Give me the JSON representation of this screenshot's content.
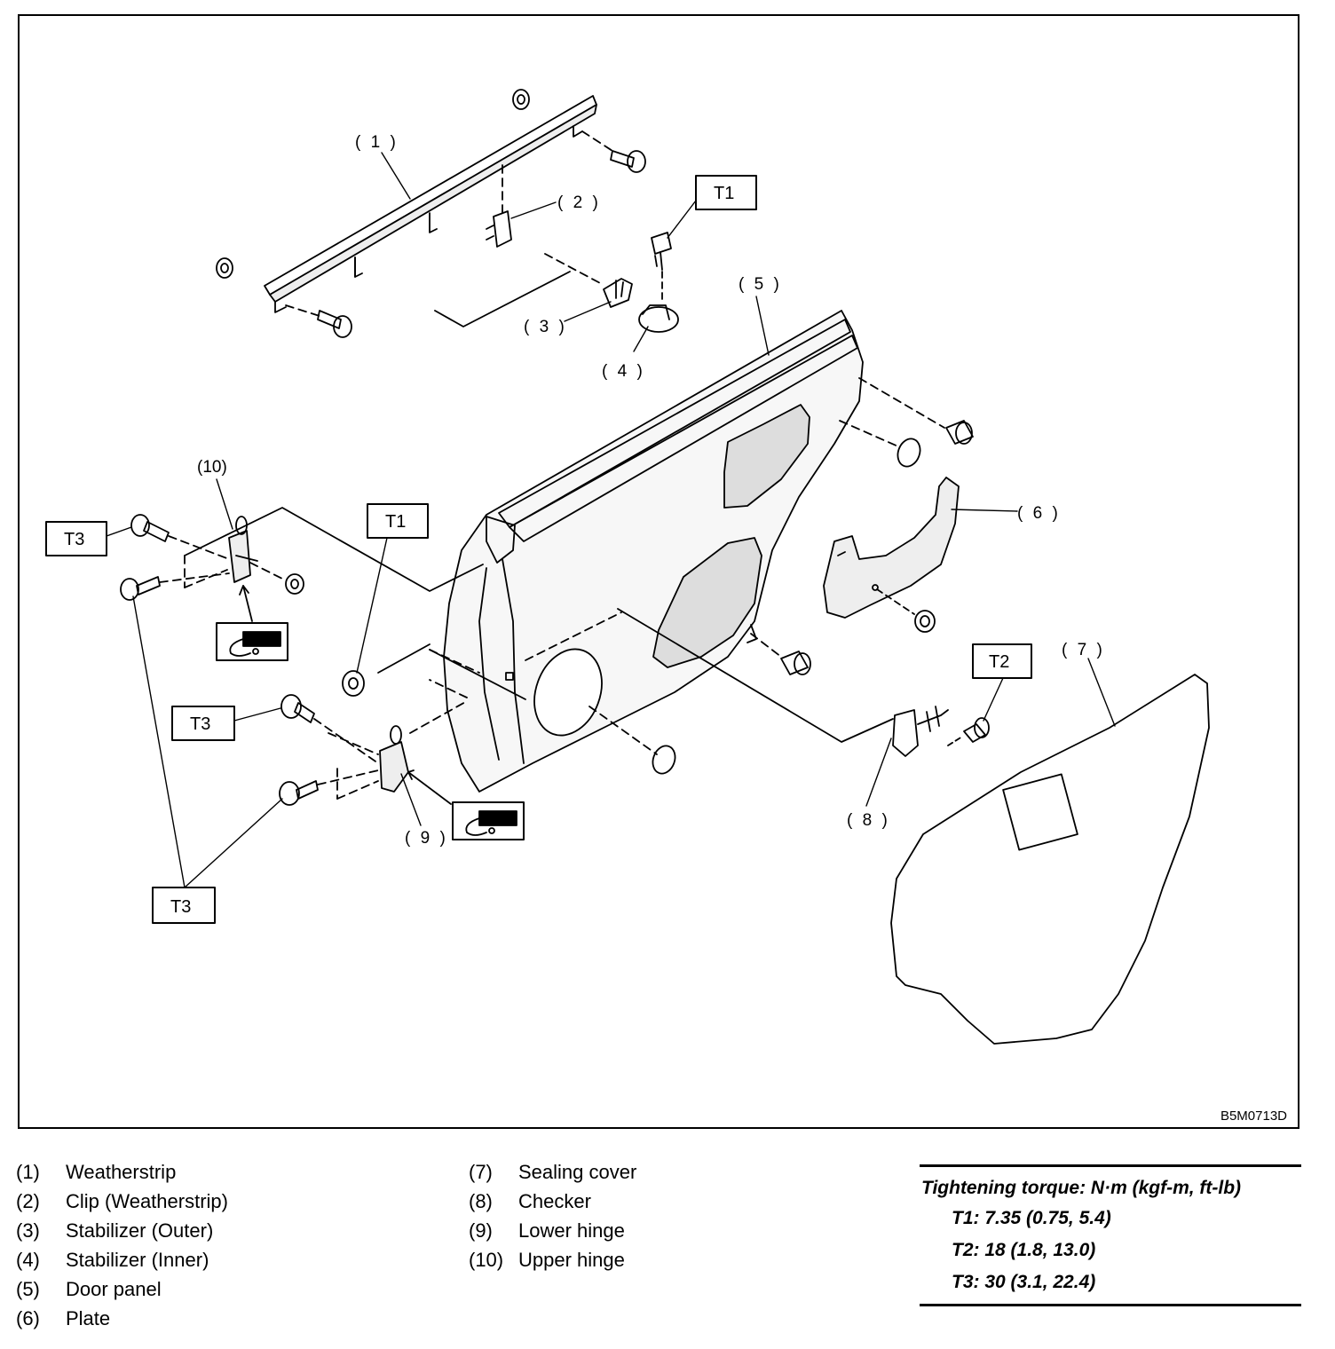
{
  "figure_code": "B5M0713D",
  "callouts": {
    "c1": "( 1 )",
    "c2": "( 2 )",
    "c3": "( 3 )",
    "c4": "( 4 )",
    "c5": "( 5 )",
    "c6": "( 6 )",
    "c7": "( 7 )",
    "c8": "( 8 )",
    "c9": "( 9 )",
    "c10": "(10)"
  },
  "torque_boxes": {
    "t1": "T1",
    "t2": "T2",
    "t3": "T3"
  },
  "legend": [
    {
      "num": "(1)",
      "name": "Weatherstrip"
    },
    {
      "num": "(2)",
      "name": "Clip (Weatherstrip)"
    },
    {
      "num": "(3)",
      "name": "Stabilizer (Outer)"
    },
    {
      "num": "(4)",
      "name": "Stabilizer (Inner)"
    },
    {
      "num": "(5)",
      "name": "Door panel"
    },
    {
      "num": "(6)",
      "name": "Plate"
    },
    {
      "num": "(7)",
      "name": "Sealing cover"
    },
    {
      "num": "(8)",
      "name": "Checker"
    },
    {
      "num": "(9)",
      "name": "Lower hinge"
    },
    {
      "num": "(10)",
      "name": "Upper hinge"
    }
  ],
  "torque": {
    "title": "Tightening torque: N·m (kgf-m, ft-lb)",
    "rows": [
      {
        "text": "T1: 7.35 (0.75, 5.4)"
      },
      {
        "text": "T2: 18 (1.8, 13.0)"
      },
      {
        "text": "T3: 30 (3.1, 22.4)"
      }
    ]
  }
}
